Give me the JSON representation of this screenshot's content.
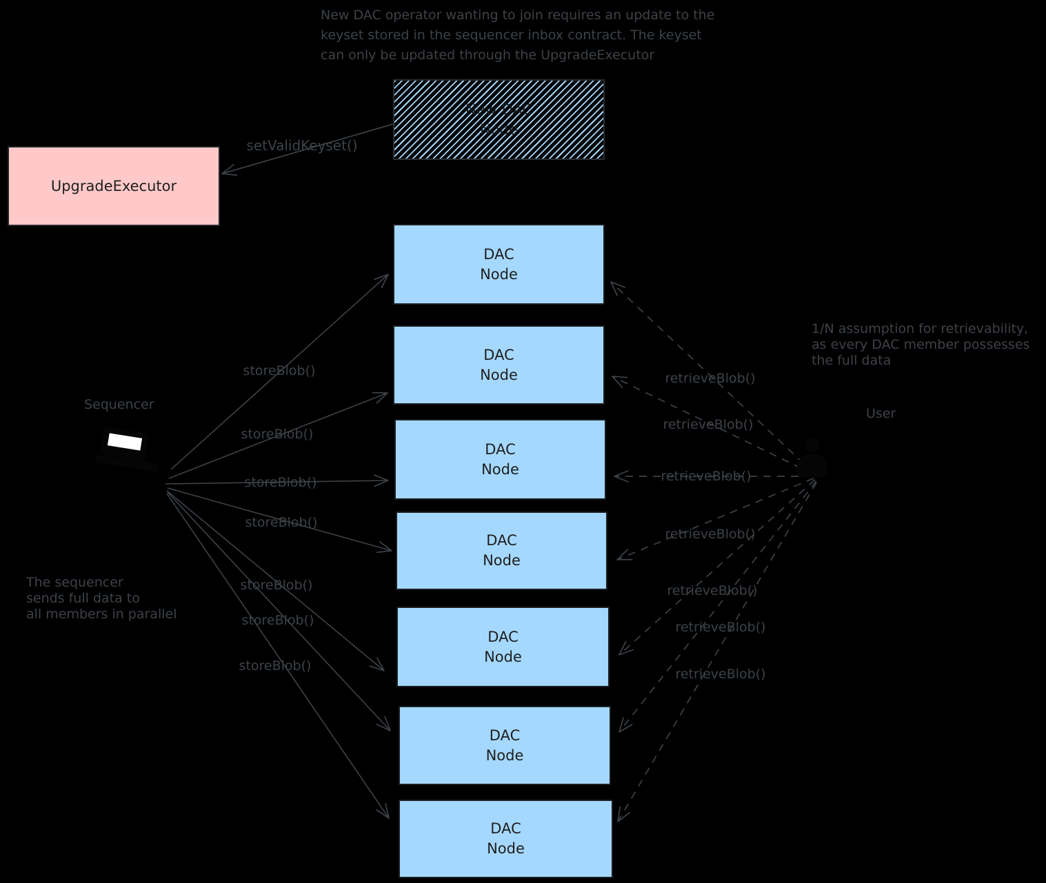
{
  "diagram": {
    "notes": {
      "top": [
        "New DAC operator wanting to join requires an update to the",
        "keyset stored in the sequencer inbox contract. The keyset",
        "can only be updated through the UpgradeExecutor"
      ],
      "left": [
        "The sequencer",
        "sends full data to",
        "all members in parallel"
      ],
      "right": [
        "1/N assumption for retrievability,",
        "as every DAC member possesses",
        "the full data"
      ]
    },
    "sequencer_label": "Sequencer",
    "user_label": "User",
    "upgrade_executor_label": "UpgradeExecutor",
    "new_dac_node": {
      "line1": "New DAC",
      "line2": "Node"
    },
    "dac_nodes": [
      {
        "line1": "DAC",
        "line2": "Node"
      },
      {
        "line1": "DAC",
        "line2": "Node"
      },
      {
        "line1": "DAC",
        "line2": "Node"
      },
      {
        "line1": "DAC",
        "line2": "Node"
      },
      {
        "line1": "DAC",
        "line2": "Node"
      },
      {
        "line1": "DAC",
        "line2": "Node"
      },
      {
        "line1": "DAC",
        "line2": "Node"
      }
    ],
    "edges": {
      "set_valid_keyset_label": "setValidKeyset()",
      "store_labels": [
        "storeBlob()",
        "storeBlob()",
        "storeBlob()",
        "storeBlob()",
        "storeBlob()",
        "storeBlob()",
        "storeBlob()"
      ],
      "retrieve_labels": [
        "retrieveBlob()",
        "retrieveBlob()",
        "retrieveBlob()",
        "retrieveBlob()",
        "retrieveBlob()",
        "retrieveBlob()",
        "retrieveBlob()"
      ]
    },
    "colors": {
      "background": "#000000",
      "dac_node_fill": "#a5d8ff",
      "upgrade_executor_fill": "#ffc9c9",
      "hatch_stripe": "#a5d8ff",
      "ink_on_fill": "#1e1e1e",
      "ink_on_background": "#3d4248"
    }
  }
}
